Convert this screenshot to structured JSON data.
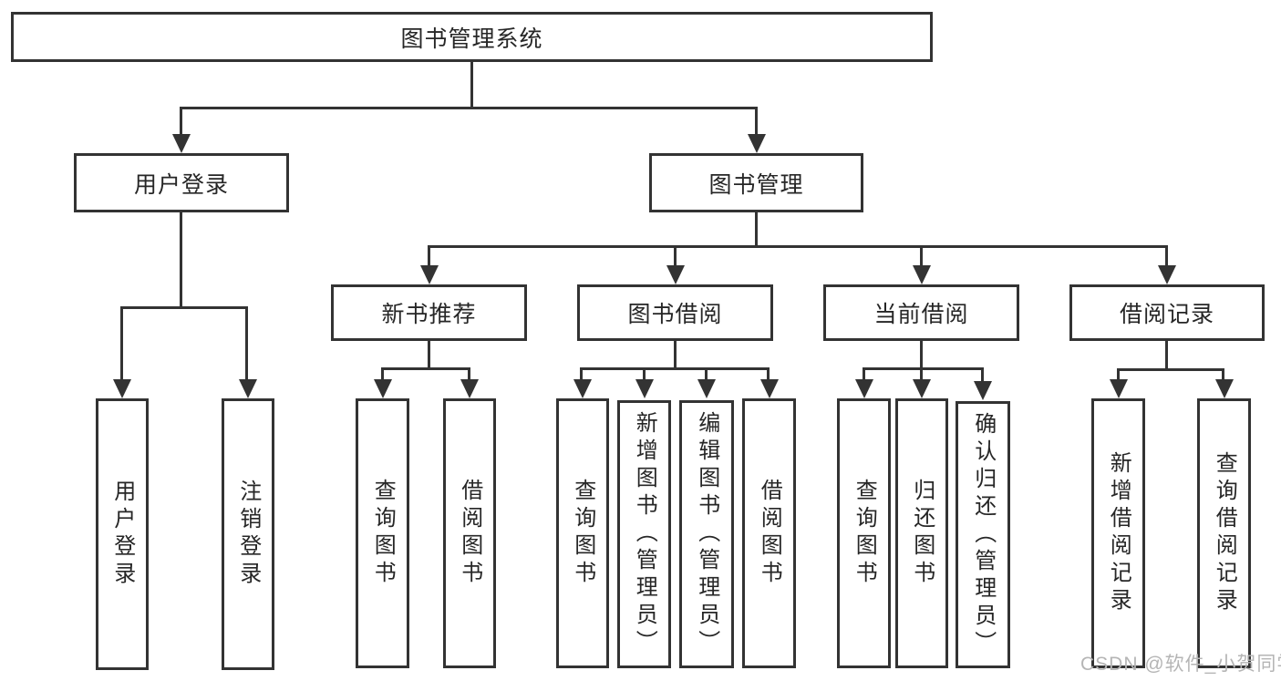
{
  "tree": {
    "root": {
      "label": "图书管理系统"
    },
    "children": [
      {
        "label": "用户登录",
        "children": [
          {
            "label": "用户登录"
          },
          {
            "label": "注销登录"
          }
        ]
      },
      {
        "label": "图书管理",
        "children": [
          {
            "label": "新书推荐",
            "children": [
              {
                "label": "查询图书"
              },
              {
                "label": "借阅图书"
              }
            ]
          },
          {
            "label": "图书借阅",
            "children": [
              {
                "label": "查询图书"
              },
              {
                "label": "新增图书（管理员）"
              },
              {
                "label": "编辑图书（管理员）"
              },
              {
                "label": "借阅图书"
              }
            ]
          },
          {
            "label": "当前借阅",
            "children": [
              {
                "label": "查询图书"
              },
              {
                "label": "归还图书"
              },
              {
                "label": "确认归还（管理员）"
              }
            ]
          },
          {
            "label": "借阅记录",
            "children": [
              {
                "label": "新增借阅记录"
              },
              {
                "label": "查询借阅记录"
              }
            ]
          }
        ]
      }
    ]
  },
  "watermark": {
    "text": "CSDN @软件_小贺同学"
  },
  "colors": {
    "line": "#333333",
    "box_border": "#333333",
    "text": "#262626",
    "background": "#ffffff",
    "watermark": "#b5b5b5"
  }
}
